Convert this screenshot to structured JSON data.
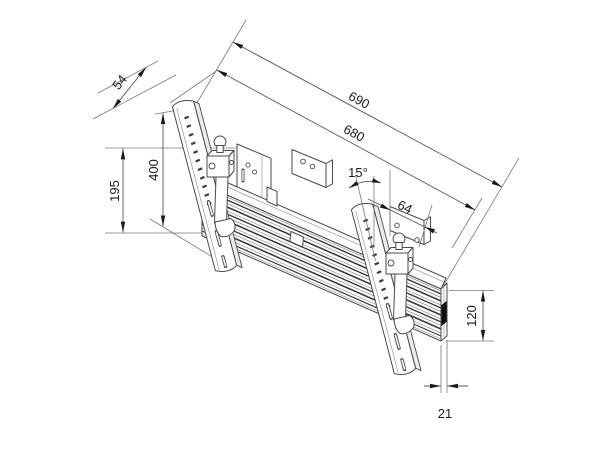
{
  "drawing": {
    "background": "#ffffff",
    "line_color": "#4a4a4a",
    "dim_line_color": "#5a5a5a",
    "text_color": "#1a1a1a",
    "dimensions": {
      "overall_width": "690",
      "rail_length": "680",
      "bracket_width": "54",
      "total_height": "195",
      "vesa_height": "400",
      "tilt_angle": "15°",
      "hole_spacing": "64",
      "rail_height": "120",
      "rail_depth": "21"
    }
  }
}
